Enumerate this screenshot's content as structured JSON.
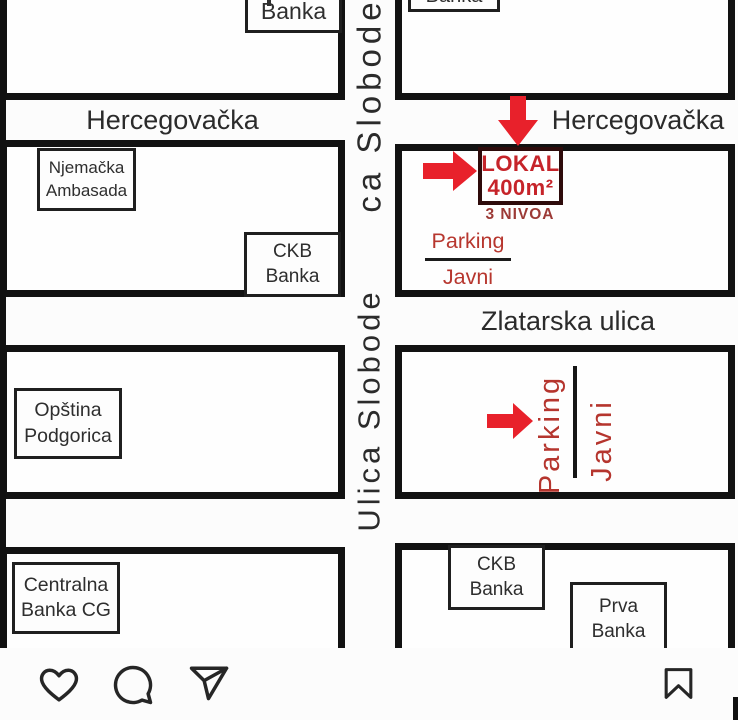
{
  "post": {
    "type": "real-estate map sketch",
    "colors": {
      "accent_red": "#e8212b",
      "listing_text_red": "#c6242a",
      "listing_border_dark_red": "#2e0b0b",
      "levels_dark_red": "#9c3a36",
      "parking_red": "#b5352e",
      "map_line_black": "#121212",
      "icon_gray": "#262626"
    }
  },
  "map": {
    "streets": {
      "hercegovacka_left": "Hercegovačka",
      "hercegovacka_right": "Hercegovačka",
      "zlatarska": "Zlatarska ulica",
      "slobode_top": "ca Slobode",
      "slobode_mid": "Ulica Slobode"
    },
    "buildings": {
      "banka_top_left": "Banka",
      "banka_top_right": "Banka",
      "embassy": {
        "line1": "Njemačka",
        "line2": "Ambasada"
      },
      "ckb_upper": {
        "line1": "CKB",
        "line2": "Banka"
      },
      "opstina": {
        "line1": "Opština",
        "line2": "Podgorica"
      },
      "centralna": {
        "line1": "Centralna",
        "line2": "Banka CG"
      },
      "ckb_lower": {
        "line1": "CKB",
        "line2": "Banka"
      },
      "prva": {
        "line1": "Prva",
        "line2": "Banka"
      }
    },
    "listing": {
      "name": "LOKAL",
      "area": "400m²",
      "levels": "3 NIVOA",
      "parking": {
        "label": "Parking",
        "type": "Javni"
      }
    },
    "parking_zone": {
      "label": "Parking",
      "type": "Javni"
    },
    "icons": [
      "arrow-down-icon",
      "arrow-right-icon",
      "arrow-right-icon"
    ]
  },
  "action_bar": {
    "icons": [
      "heart-icon",
      "comment-icon",
      "paper-plane-icon",
      "bookmark-icon"
    ]
  }
}
